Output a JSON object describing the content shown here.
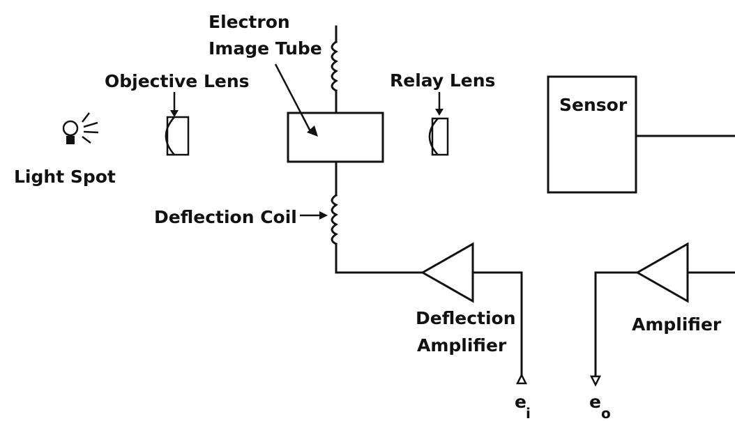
{
  "labels": {
    "electron_image_tube_line1": "Electron",
    "electron_image_tube_line2": "Image Tube",
    "objective_lens": "Objective Lens",
    "relay_lens": "Relay Lens",
    "sensor": "Sensor",
    "light_spot": "Light Spot",
    "deflection_coil": "Deflection Coil",
    "deflection_amplifier_line1": "Deflection",
    "deflection_amplifier_line2": "Amplifier",
    "amplifier": "Amplifier",
    "input_voltage_base": "e",
    "input_voltage_sub": "i",
    "output_voltage_base": "e",
    "output_voltage_sub": "o"
  },
  "icons": {
    "light_bulb": "light-bulb-icon",
    "objective_lens": "lens-icon",
    "relay_lens": "lens-icon",
    "amplifier": "triangle-amplifier-icon"
  }
}
